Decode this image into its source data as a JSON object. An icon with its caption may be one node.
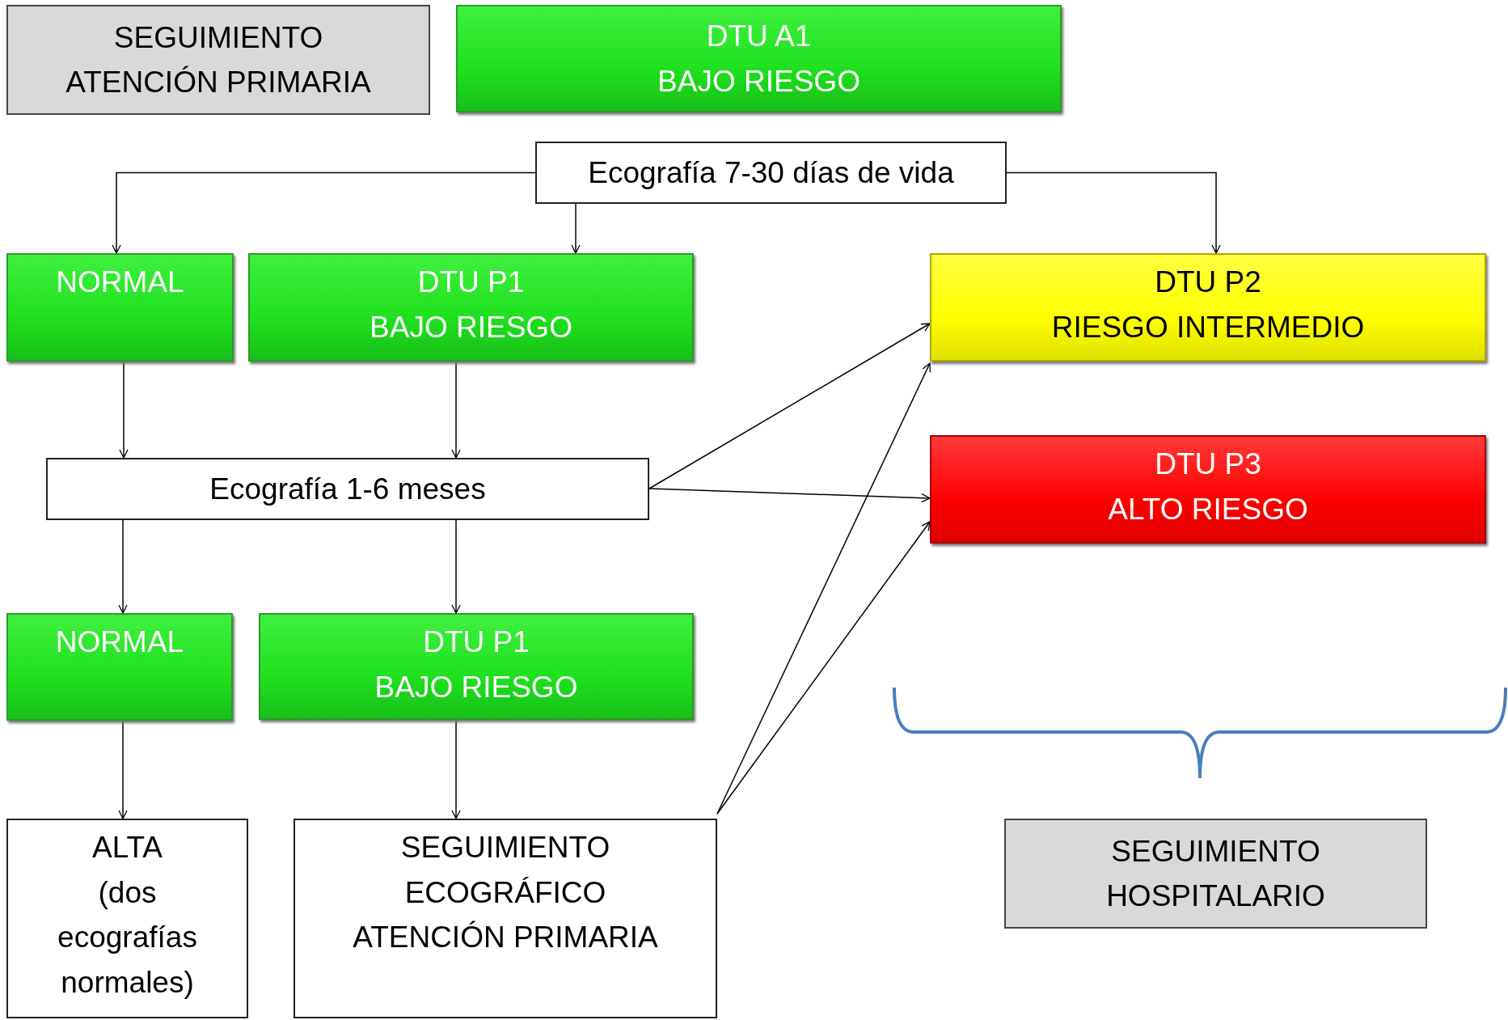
{
  "diagram": {
    "nodes": [
      {
        "text": [
          "SEGUIMIENTO ATENCIÓN PRIMARIA"
        ]
      },
      {
        "text": [
          "DTU A1",
          "BAJO RIESGO"
        ]
      },
      {
        "text": [
          "Ecografía 7-30 días de vida"
        ]
      },
      {
        "text": [
          "NORMAL"
        ]
      },
      {
        "text": [
          "DTU P1",
          "BAJO RIESGO"
        ]
      },
      {
        "text": [
          "DTU P2",
          "RIESGO INTERMEDIO"
        ]
      },
      {
        "text": [
          "Ecografía 1-6 meses"
        ]
      },
      {
        "text": [
          "DTU P3",
          "ALTO RIESGO"
        ]
      },
      {
        "text": [
          "NORMAL"
        ]
      },
      {
        "text": [
          "DTU P1",
          "BAJO RIESGO"
        ]
      },
      {
        "text": [
          "ALTA",
          "(dos ecografías normales)"
        ]
      },
      {
        "text": [
          "SEGUIMIENTO ECOGRÁFICO ATENCIÓN PRIMARIA"
        ]
      },
      {
        "text": [
          "SEGUIMIENTO HOSPITALARIO"
        ]
      }
    ],
    "edges": [
      {
        "from": 2,
        "to": 3,
        "arrow": "to"
      },
      {
        "from": 2,
        "to": 4,
        "arrow": "to"
      },
      {
        "from": 2,
        "to": 5,
        "arrow": "to"
      },
      {
        "from": 3,
        "to": 6,
        "arrow": "to"
      },
      {
        "from": 4,
        "to": 6,
        "arrow": "to"
      },
      {
        "from": 6,
        "to": 5,
        "arrow": "to"
      },
      {
        "from": 6,
        "to": 7,
        "arrow": "to"
      },
      {
        "from": 6,
        "to": 8,
        "arrow": "to"
      },
      {
        "from": 6,
        "to": 9,
        "arrow": "to"
      },
      {
        "from": 8,
        "to": 10,
        "arrow": "to"
      },
      {
        "from": 9,
        "to": 11,
        "arrow": "to"
      },
      {
        "from": 11,
        "to": 5,
        "arrow": "to"
      },
      {
        "from": 11,
        "to": 7,
        "arrow": "to"
      }
    ]
  }
}
